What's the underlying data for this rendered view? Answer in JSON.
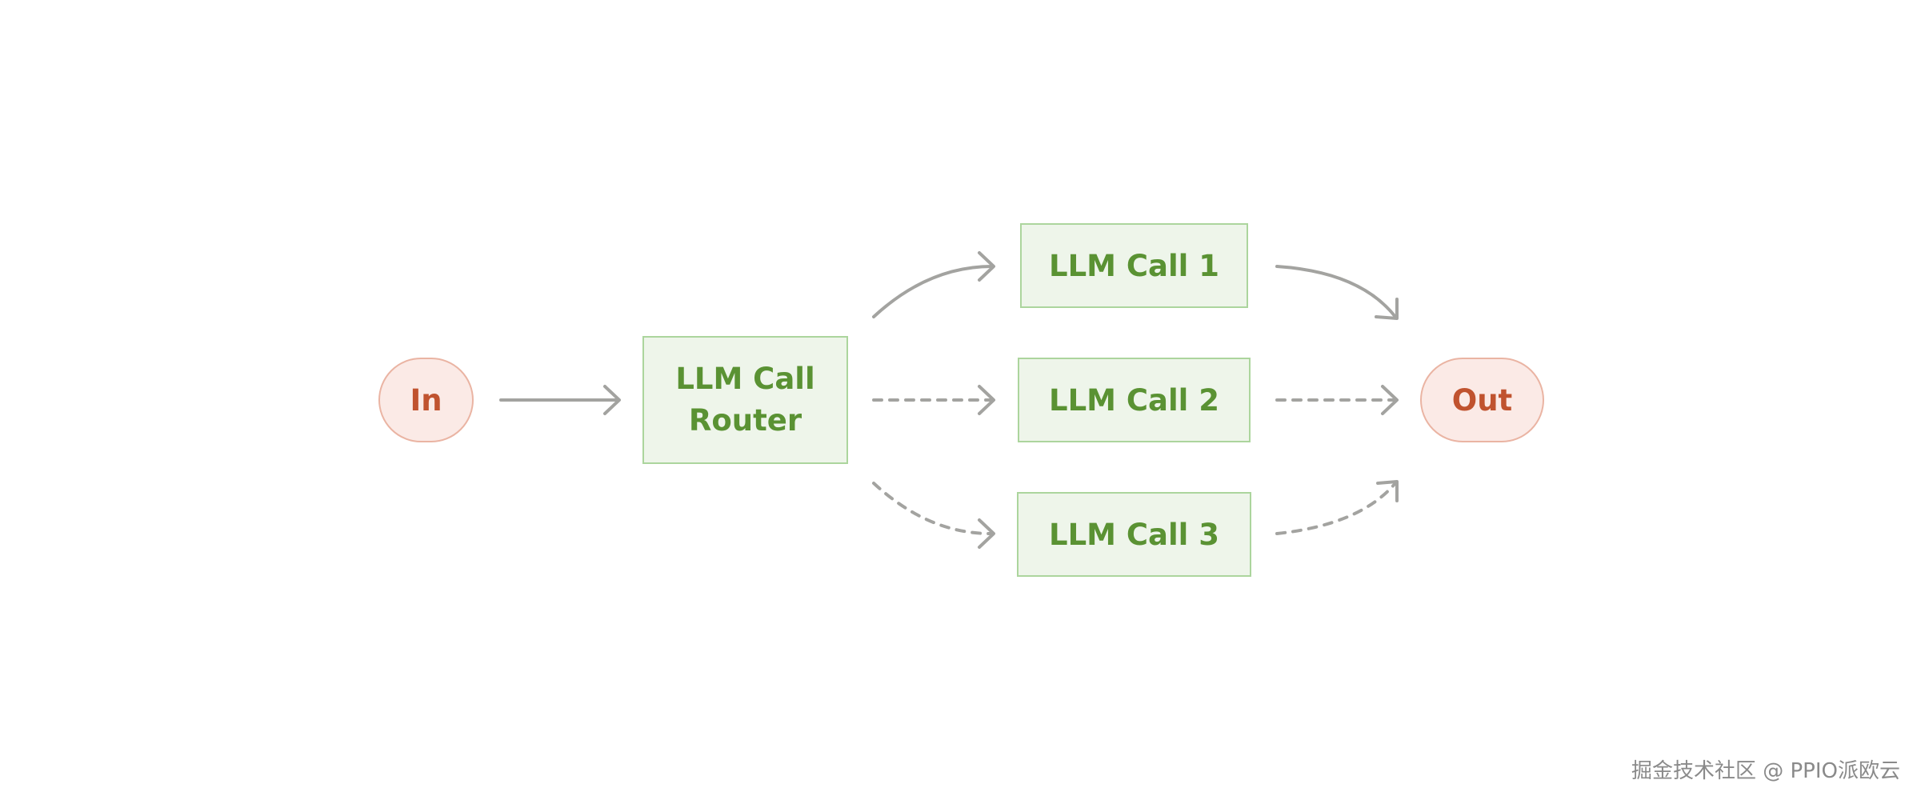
{
  "nodes": {
    "input": {
      "label": "In"
    },
    "router": {
      "line1": "LLM Call",
      "line2": "Router"
    },
    "call1": {
      "label": "LLM Call 1"
    },
    "call2": {
      "label": "LLM Call 2"
    },
    "call3": {
      "label": "LLM Call 3"
    },
    "output": {
      "label": "Out"
    }
  },
  "edges": [
    {
      "from": "In",
      "to": "LLM Call Router",
      "style": "solid"
    },
    {
      "from": "LLM Call Router",
      "to": "LLM Call 1",
      "style": "solid"
    },
    {
      "from": "LLM Call Router",
      "to": "LLM Call 2",
      "style": "dashed"
    },
    {
      "from": "LLM Call Router",
      "to": "LLM Call 3",
      "style": "dashed"
    },
    {
      "from": "LLM Call 1",
      "to": "Out",
      "style": "solid"
    },
    {
      "from": "LLM Call 2",
      "to": "Out",
      "style": "dashed"
    },
    {
      "from": "LLM Call 3",
      "to": "Out",
      "style": "dashed"
    }
  ],
  "colors": {
    "terminal_fill": "#fbeae6",
    "terminal_border": "#eab4a3",
    "terminal_text": "#c0532f",
    "llm_fill": "#eef5ea",
    "llm_border": "#acd59d",
    "llm_text": "#5a9233",
    "edge": "#a3a3a0"
  },
  "watermark": "掘金技术社区 @ PPIO派欧云"
}
